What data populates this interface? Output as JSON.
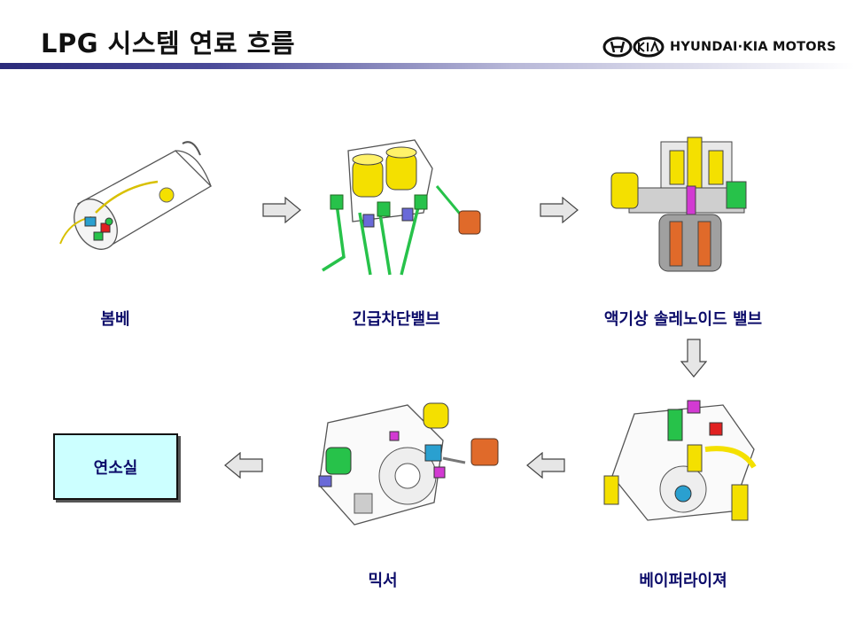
{
  "header": {
    "title": "LPG 시스템 연료 흐름",
    "brand": "HYUNDAI·KIA MOTORS",
    "brand_colors": {
      "bar_start": "#2a2a7a",
      "bar_end": "#ffffff"
    }
  },
  "components": [
    {
      "id": "tank",
      "label": "봄베"
    },
    {
      "id": "emergency_valve",
      "label": "긴급차단밸브"
    },
    {
      "id": "solenoid_valve",
      "label": "액기상 솔레노이드 밸브"
    },
    {
      "id": "vaporizer",
      "label": "베이퍼라이져"
    },
    {
      "id": "mixer",
      "label": "믹서"
    }
  ],
  "destination": {
    "label": "연소실",
    "fill": "#ccffff"
  },
  "flow_order": [
    "봄베",
    "긴급차단밸브",
    "액기상 솔레노이드 밸브",
    "베이퍼라이져",
    "믹서",
    "연소실"
  ],
  "icons": [
    "arrow-right-icon",
    "arrow-down-icon",
    "arrow-left-icon"
  ],
  "colors": {
    "caption": "#0c0c6a",
    "yellow": "#f4e000",
    "green": "#27c24a",
    "orange": "#e06a2a",
    "magenta": "#d23ad2"
  }
}
